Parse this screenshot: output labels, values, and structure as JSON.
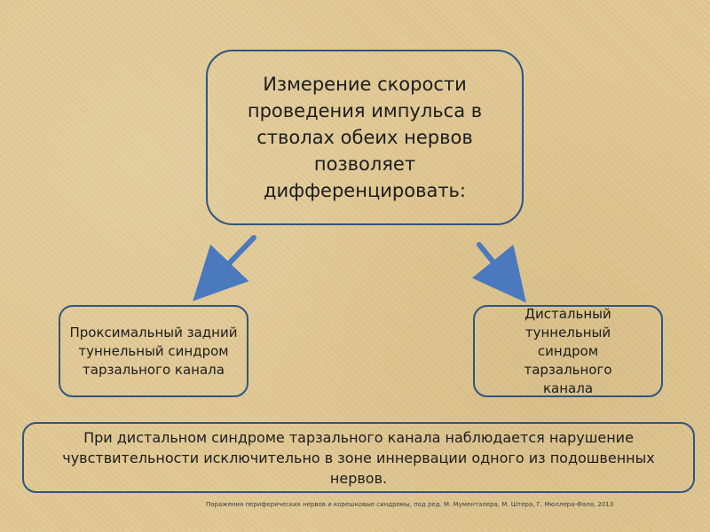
{
  "main_box": {
    "text": "Измерение скорости проведения импульса в стволах обеих нервов позволяет дифференцировать:"
  },
  "left_box": {
    "text": "Проксимальный задний туннельный синдром тарзального канала"
  },
  "right_box": {
    "text": "Дистальный туннельный синдром тарзального канала"
  },
  "bottom_box": {
    "text": "При дистальном синдроме тарзального канала наблюдается нарушение чувствительности исключительно в зоне иннервации одного из подошвенных нервов."
  },
  "citation": "Поражения периферических нервов и корешковые синдромы, под ред. М. Мументалера, М. Штера, Г. Мюллера-Фаля, 2013",
  "colors": {
    "background": "#e0c894",
    "border": "#2f5582",
    "arrow": "#4b79be",
    "text": "#1c1c1c"
  },
  "icons": {
    "left_arrow": "arrow-down-left-icon",
    "right_arrow": "arrow-down-right-icon"
  }
}
